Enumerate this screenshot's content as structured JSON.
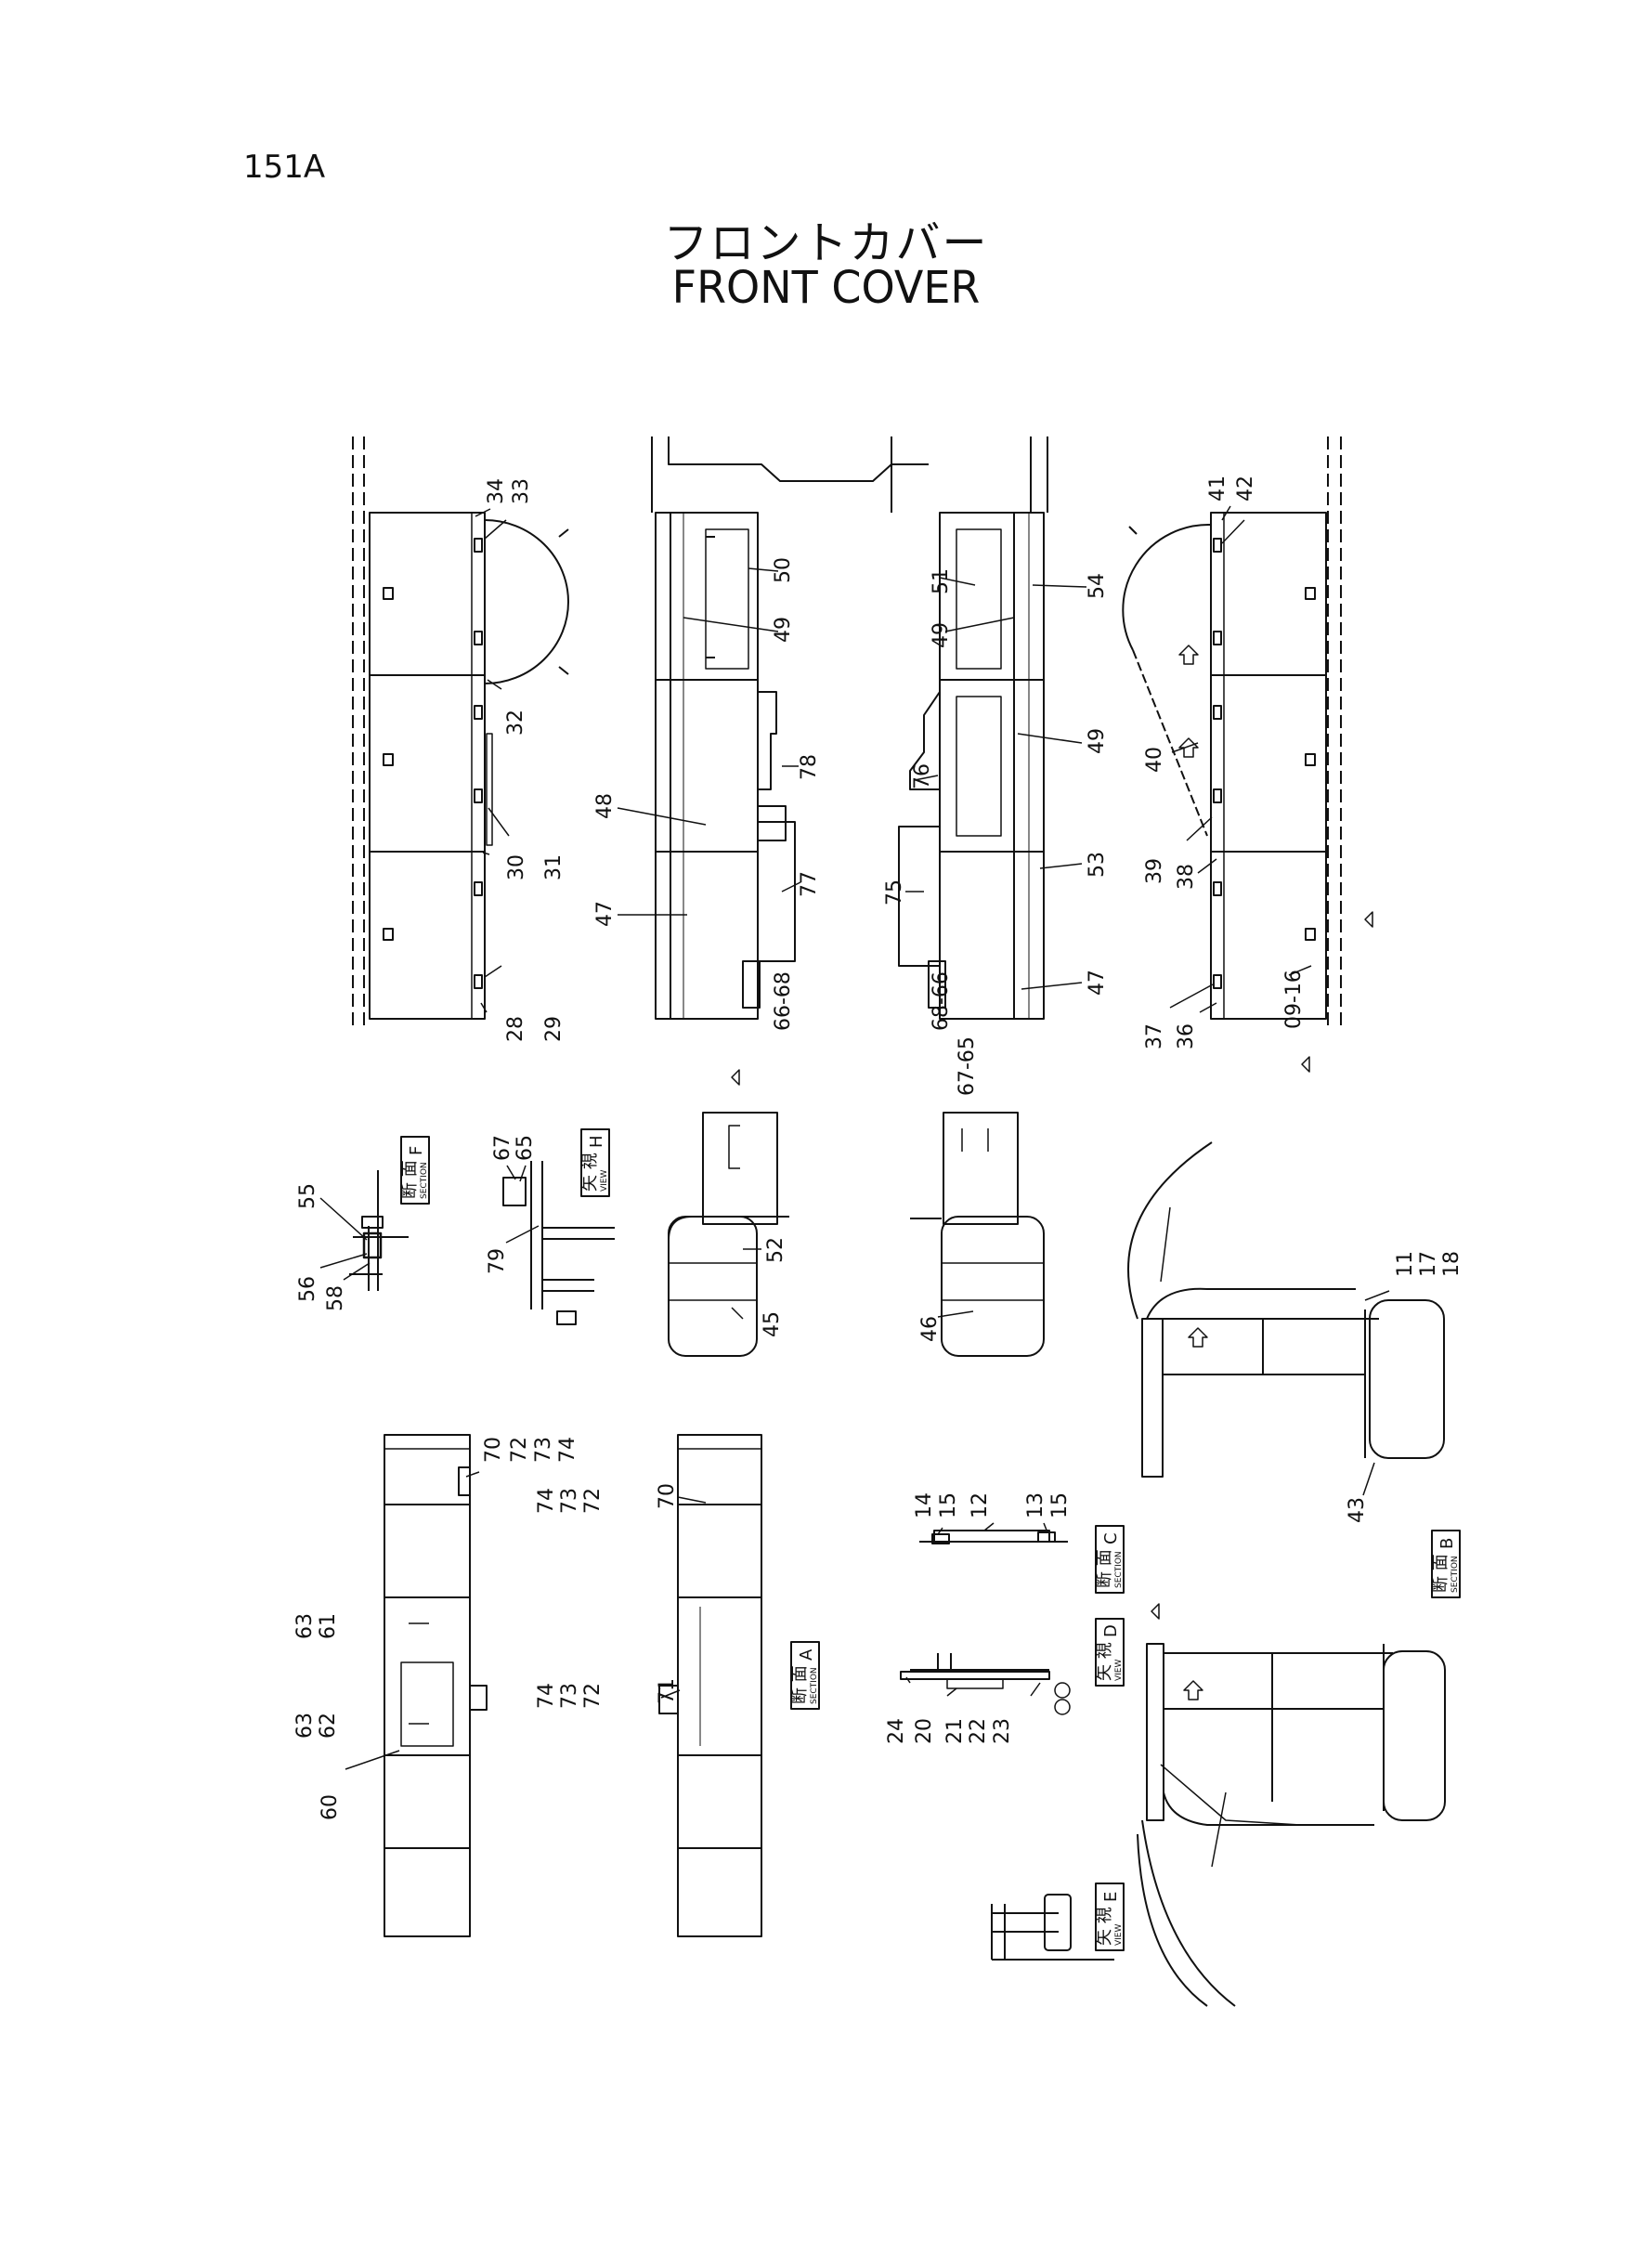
{
  "page": {
    "id": "151A"
  },
  "title": {
    "ja": "フロントカバー",
    "en": "FRONT COVER"
  },
  "callouts": [
    "34",
    "33",
    "32",
    "31",
    "30",
    "29",
    "28",
    "50",
    "49",
    "78",
    "48",
    "47",
    "77",
    "66-68",
    "51",
    "49",
    "54",
    "76",
    "49",
    "75",
    "53",
    "68-66",
    "47",
    "67-65",
    "41",
    "42",
    "40",
    "39",
    "38",
    "37",
    "36",
    "09-16",
    "55",
    "56",
    "58",
    "67",
    "65",
    "79",
    "52",
    "45",
    "46",
    "11",
    "17",
    "18",
    "43",
    "70",
    "72",
    "73",
    "74",
    "63",
    "61",
    "63",
    "62",
    "60",
    "74",
    "73",
    "72",
    "70",
    "74",
    "73",
    "72",
    "71",
    "14",
    "15",
    "12",
    "13",
    "15",
    "24",
    "20",
    "21",
    "22",
    "23"
  ],
  "views": {
    "section_f": {
      "ja": "断 面",
      "en": "SECTION",
      "letter": "F"
    },
    "view_h": {
      "ja": "矢 視",
      "en": "VIEW",
      "letter": "H"
    },
    "section_c": {
      "ja": "断 面",
      "en": "SECTION",
      "letter": "C"
    },
    "section_b": {
      "ja": "断 面",
      "en": "SECTION",
      "letter": "B"
    },
    "section_a": {
      "ja": "断 面",
      "en": "SECTION",
      "letter": "A"
    },
    "view_d": {
      "ja": "矢 視",
      "en": "VIEW",
      "letter": "D"
    },
    "view_e": {
      "ja": "矢 視",
      "en": "VIEW",
      "letter": "E"
    }
  }
}
